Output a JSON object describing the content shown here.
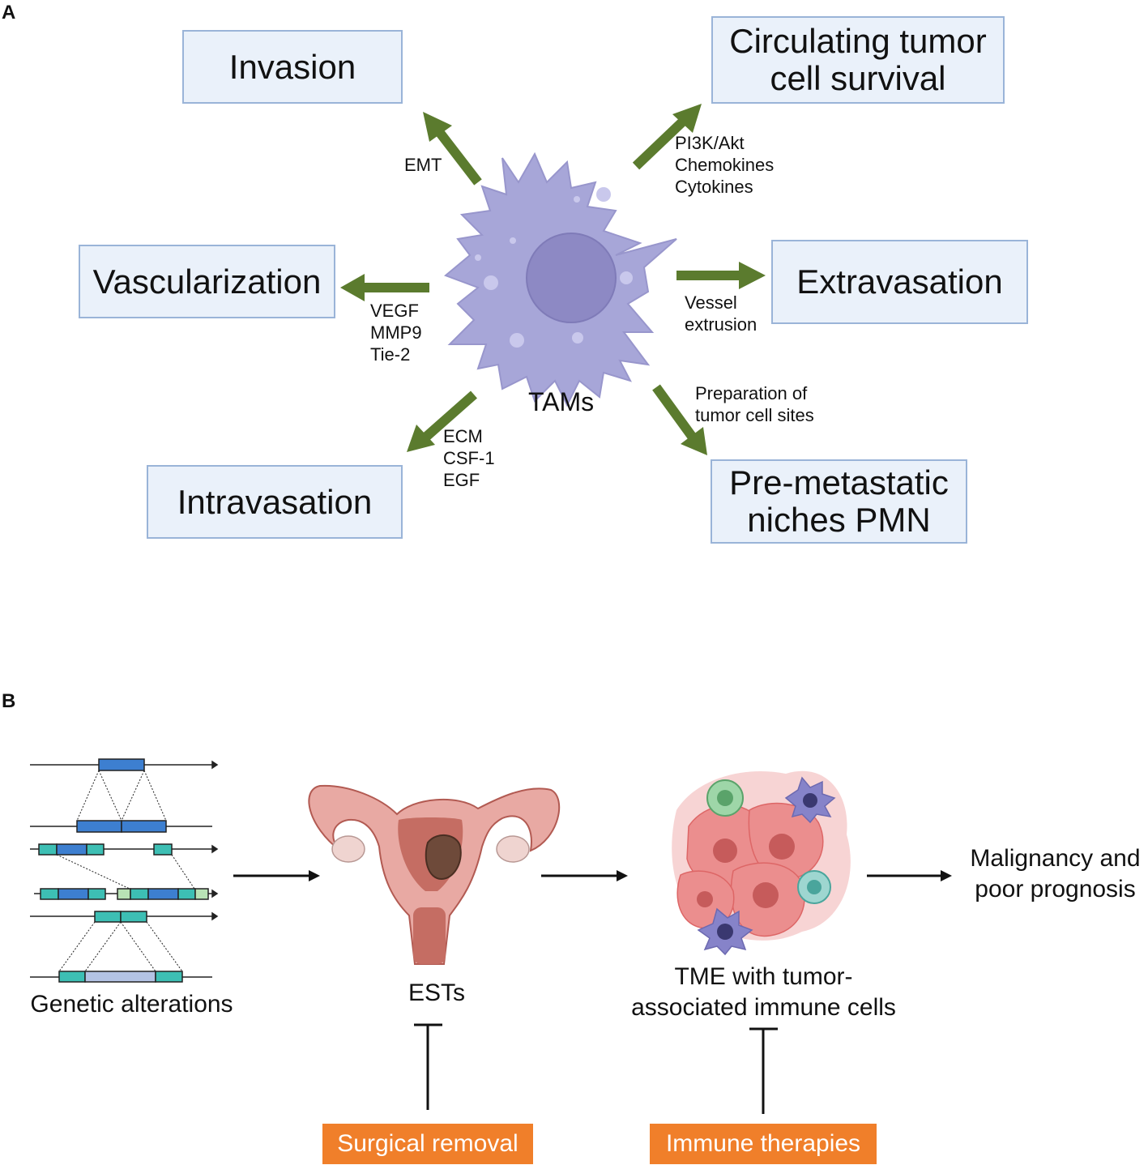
{
  "panel_a": {
    "letter": "A",
    "center_label": "TAMs",
    "boxes": {
      "invasion": "Invasion",
      "ctc": "Circulating tumor\ncell survival",
      "vascularization": "Vascularization",
      "extravasation": "Extravasation",
      "intravasation": "Intravasation",
      "pmn": "Pre-metastatic\nniches PMN"
    },
    "arrow_labels": {
      "emt": "EMT",
      "ctc": "PI3K/Akt\nChemokines\nCytokines",
      "vascularization": "VEGF\nMMP9\nTie-2",
      "extravasation": "Vessel\nextrusion",
      "intravasation": "ECM\nCSF-1\nEGF",
      "pmn": "Preparation of\ntumor cell sites"
    }
  },
  "panel_b": {
    "letter": "B",
    "genetic_label": "Genetic alterations",
    "ests_label": "ESTs",
    "tme_label": "TME with tumor-\nassociated immune cells",
    "outcome_label": "Malignancy and\npoor prognosis",
    "surgery_label": "Surgical removal",
    "immune_label": "Immune therapies"
  },
  "colors": {
    "box_fill": "#eaf1fa",
    "box_border": "#9ab4d8",
    "arrow_green": "#5b7b2e",
    "cell_purple": "#a7a6d8",
    "nucleus_purple": "#8d89c4",
    "orange": "#f07f2a",
    "gene_blue": "#3d7fd0",
    "gene_teal": "#3dbfb4"
  }
}
